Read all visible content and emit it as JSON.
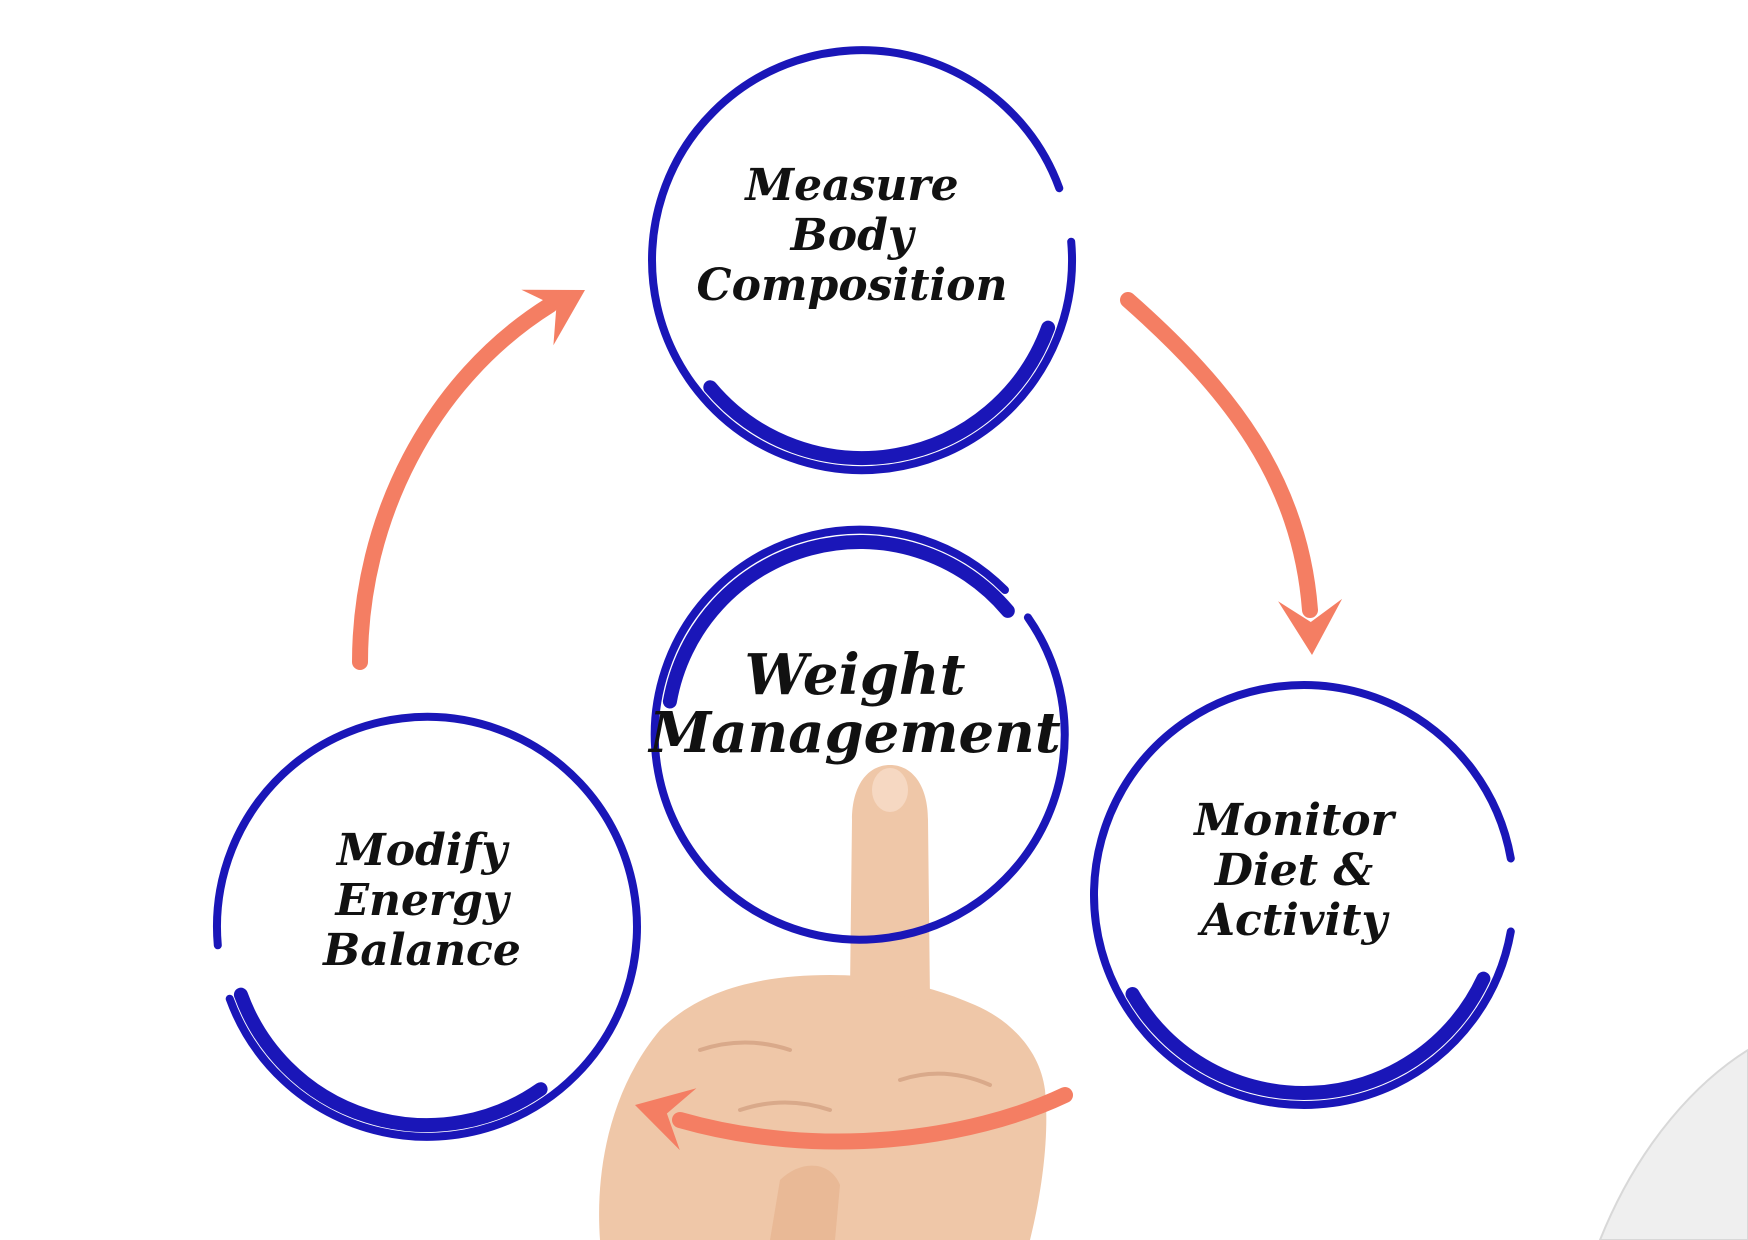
{
  "colors": {
    "circle_stroke": "#1a16b8",
    "arrow": "#f47e63",
    "text": "#111111",
    "background": "#ffffff",
    "hand_skin": "#efc7a8",
    "sleeve": "#f2f2f2"
  },
  "diagram": {
    "center": {
      "lines": [
        "Weight",
        "Management"
      ]
    },
    "nodes": [
      {
        "id": "measure",
        "lines": [
          "Measure",
          "Body",
          "Composition"
        ]
      },
      {
        "id": "monitor",
        "lines": [
          "Monitor",
          "Diet &",
          "Activity"
        ]
      },
      {
        "id": "modify",
        "lines": [
          "Modify",
          "Energy",
          "Balance"
        ]
      }
    ],
    "cycle_order": [
      "measure",
      "monitor",
      "modify"
    ]
  },
  "background_image": "hand-pointing-finger"
}
